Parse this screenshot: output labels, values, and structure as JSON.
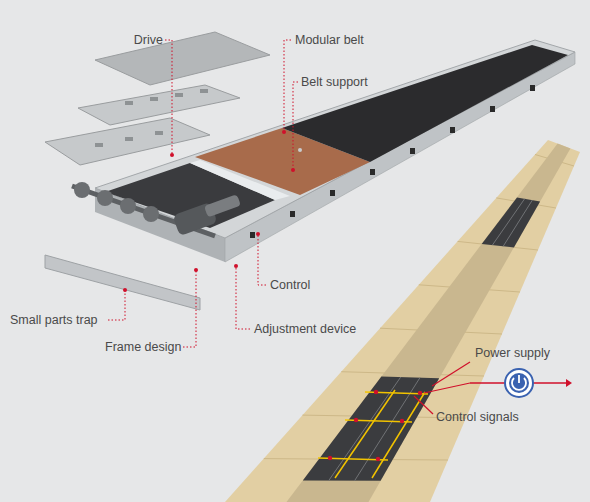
{
  "diagram": {
    "labels": [
      "Drive",
      "Modular belt",
      "Belt support",
      "Control",
      "Small parts trap",
      "Adjustment device",
      "Frame design",
      "Power supply",
      "Control signals"
    ]
  }
}
